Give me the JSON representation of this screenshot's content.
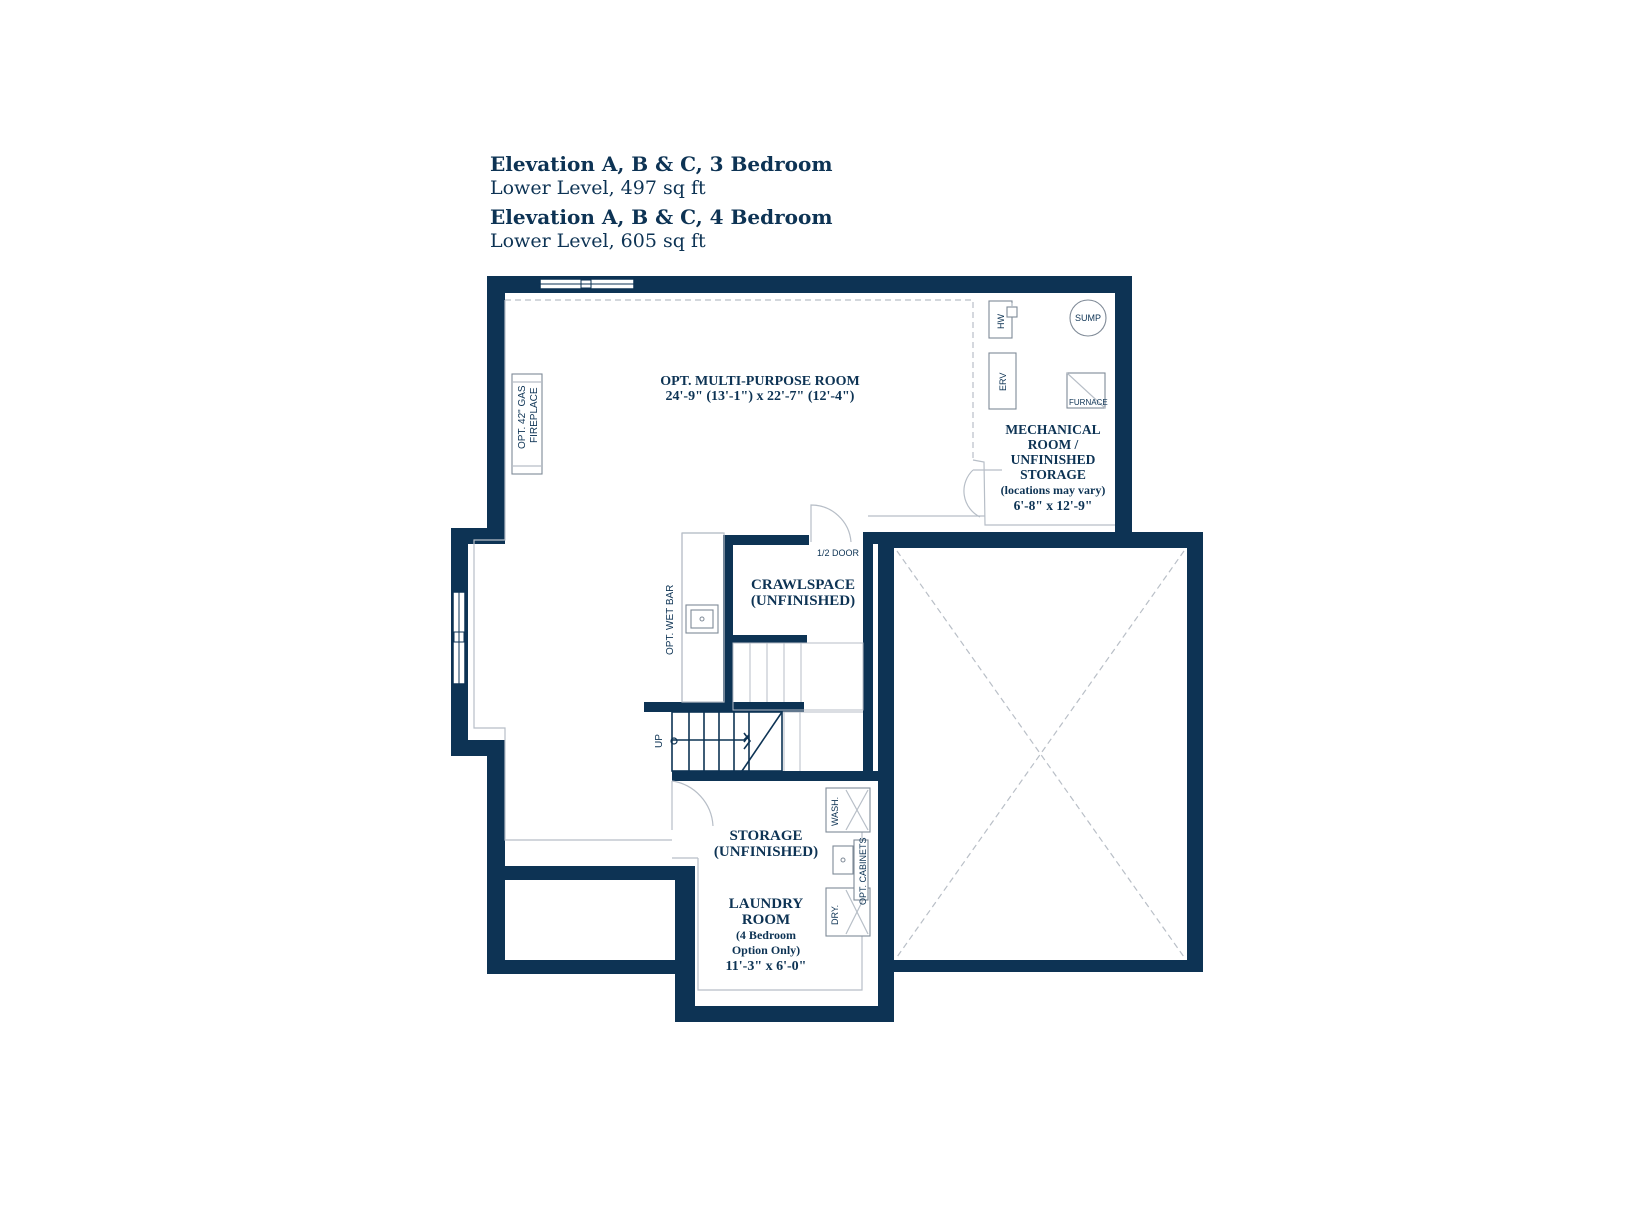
{
  "headings": [
    {
      "title": "Elevation A, B & C, 3 Bedroom",
      "subtitle": "Lower Level, 497 sq ft"
    },
    {
      "title": "Elevation A, B & C, 4 Bedroom",
      "subtitle": "Lower Level, 605 sq ft"
    }
  ],
  "rooms": {
    "multi_purpose": {
      "name": "OPT. MULTI-PURPOSE ROOM",
      "dims": "24'-9\" (13'-1\") x 22'-7\" (12'-4\")"
    },
    "mechanical": {
      "line1": "MECHANICAL",
      "line2": "ROOM /",
      "line3": "UNFINISHED",
      "line4": "STORAGE",
      "note": "(locations may vary)",
      "dims": "6'-8\" x 12'-9\""
    },
    "crawlspace": {
      "line1": "CRAWLSPACE",
      "line2": "(UNFINISHED)"
    },
    "storage": {
      "line1": "STORAGE",
      "line2": "(UNFINISHED)"
    },
    "laundry": {
      "line1": "LAUNDRY",
      "line2": "ROOM",
      "note1": "(4 Bedroom",
      "note2": "Option Only)",
      "dims": "11'-3\" x 6'-0\""
    }
  },
  "labels": {
    "fireplace1": "OPT. 42\" GAS",
    "fireplace2": "FIREPLACE",
    "wet_bar": "OPT. WET BAR",
    "half_door": "1/2 DOOR",
    "up": "UP",
    "hw": "HW",
    "erv": "ERV",
    "sump": "SUMP",
    "furnace": "FURNACE",
    "wash": "WASH.",
    "dry": "DRY.",
    "cabinets": "OPT. CABINETS"
  },
  "colors": {
    "wall": "#0d3354",
    "text": "#0d3354",
    "fixture_line": "#b7bec7"
  }
}
